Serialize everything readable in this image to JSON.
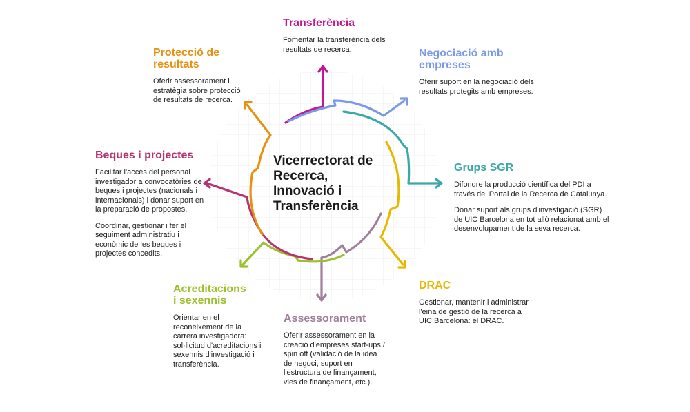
{
  "center": {
    "lines": [
      "Vicerrectorat de",
      "Recerca,",
      "Innovació i",
      "Transferència"
    ]
  },
  "colors": {
    "transferencia": "#c0198f",
    "negociacio": "#7a9ae8",
    "grups_sgr": "#3aa9a6",
    "drac": "#e6b800",
    "assessorament": "#a07f99",
    "acreditacions": "#9cc02b",
    "beques": "#b53470",
    "proteccio": "#e8900f"
  },
  "sections": {
    "transferencia": {
      "title_lines": [
        "Transferència"
      ],
      "paragraphs": [
        [
          "Fomentar la transferència dels",
          "resultats de recerca."
        ]
      ]
    },
    "negociacio": {
      "title_lines": [
        "Negociació amb",
        "empreses"
      ],
      "paragraphs": [
        [
          "Oferir suport en la negociació dels",
          "resultats protegits amb empreses."
        ]
      ]
    },
    "grups_sgr": {
      "title_lines": [
        "Grups SGR"
      ],
      "paragraphs": [
        [
          "Difondre la producció científica del PDI a",
          "través del Portal de la Recerca de Catalunya."
        ],
        [
          "Donar suport als grups d'investigació (SGR)",
          "de UIC Barcelona en tot allò relacionat amb el",
          "desenvolupament de la seva recerca."
        ]
      ]
    },
    "drac": {
      "title_lines": [
        "DRAC"
      ],
      "paragraphs": [
        [
          "Gestionar, mantenir i administrar",
          "l'eina de gestió de la recerca a",
          "UIC Barcelona: el DRAC."
        ]
      ]
    },
    "assessorament": {
      "title_lines": [
        "Assessorament"
      ],
      "paragraphs": [
        [
          "Oferir assessorament en la",
          "creació d'empreses start-ups /",
          "spin off (validació de la idea",
          "de negoci, suport en",
          "l'estructura de finançament,",
          "vies de finançament, etc.)."
        ]
      ]
    },
    "acreditacions": {
      "title_lines": [
        "Acreditacions",
        "i sexennis"
      ],
      "paragraphs": [
        [
          "Orientar en el",
          "reconeixement de la",
          "carrera investigadora:",
          "sol·licitud d'acreditacions i",
          "sexennis d'investigació i",
          "transferència."
        ]
      ]
    },
    "beques": {
      "title_lines": [
        "Beques i projectes"
      ],
      "paragraphs": [
        [
          "Facilitar l'accés del personal",
          "investigador a convocatòries de",
          "beques i projectes (nacionals i",
          "internacionals) i donar suport en",
          "la preparació de propostes."
        ],
        [
          "Coordinar, gestionar i fer el",
          "seguiment administratiu i",
          "econòmic de les beques i",
          "projectes concedits."
        ]
      ]
    },
    "proteccio": {
      "title_lines": [
        "Protecció de",
        "resultats"
      ],
      "paragraphs": [
        [
          "Oferir assessorament i",
          "estratègia sobre protecció",
          "de resultats de recerca."
        ]
      ]
    }
  }
}
